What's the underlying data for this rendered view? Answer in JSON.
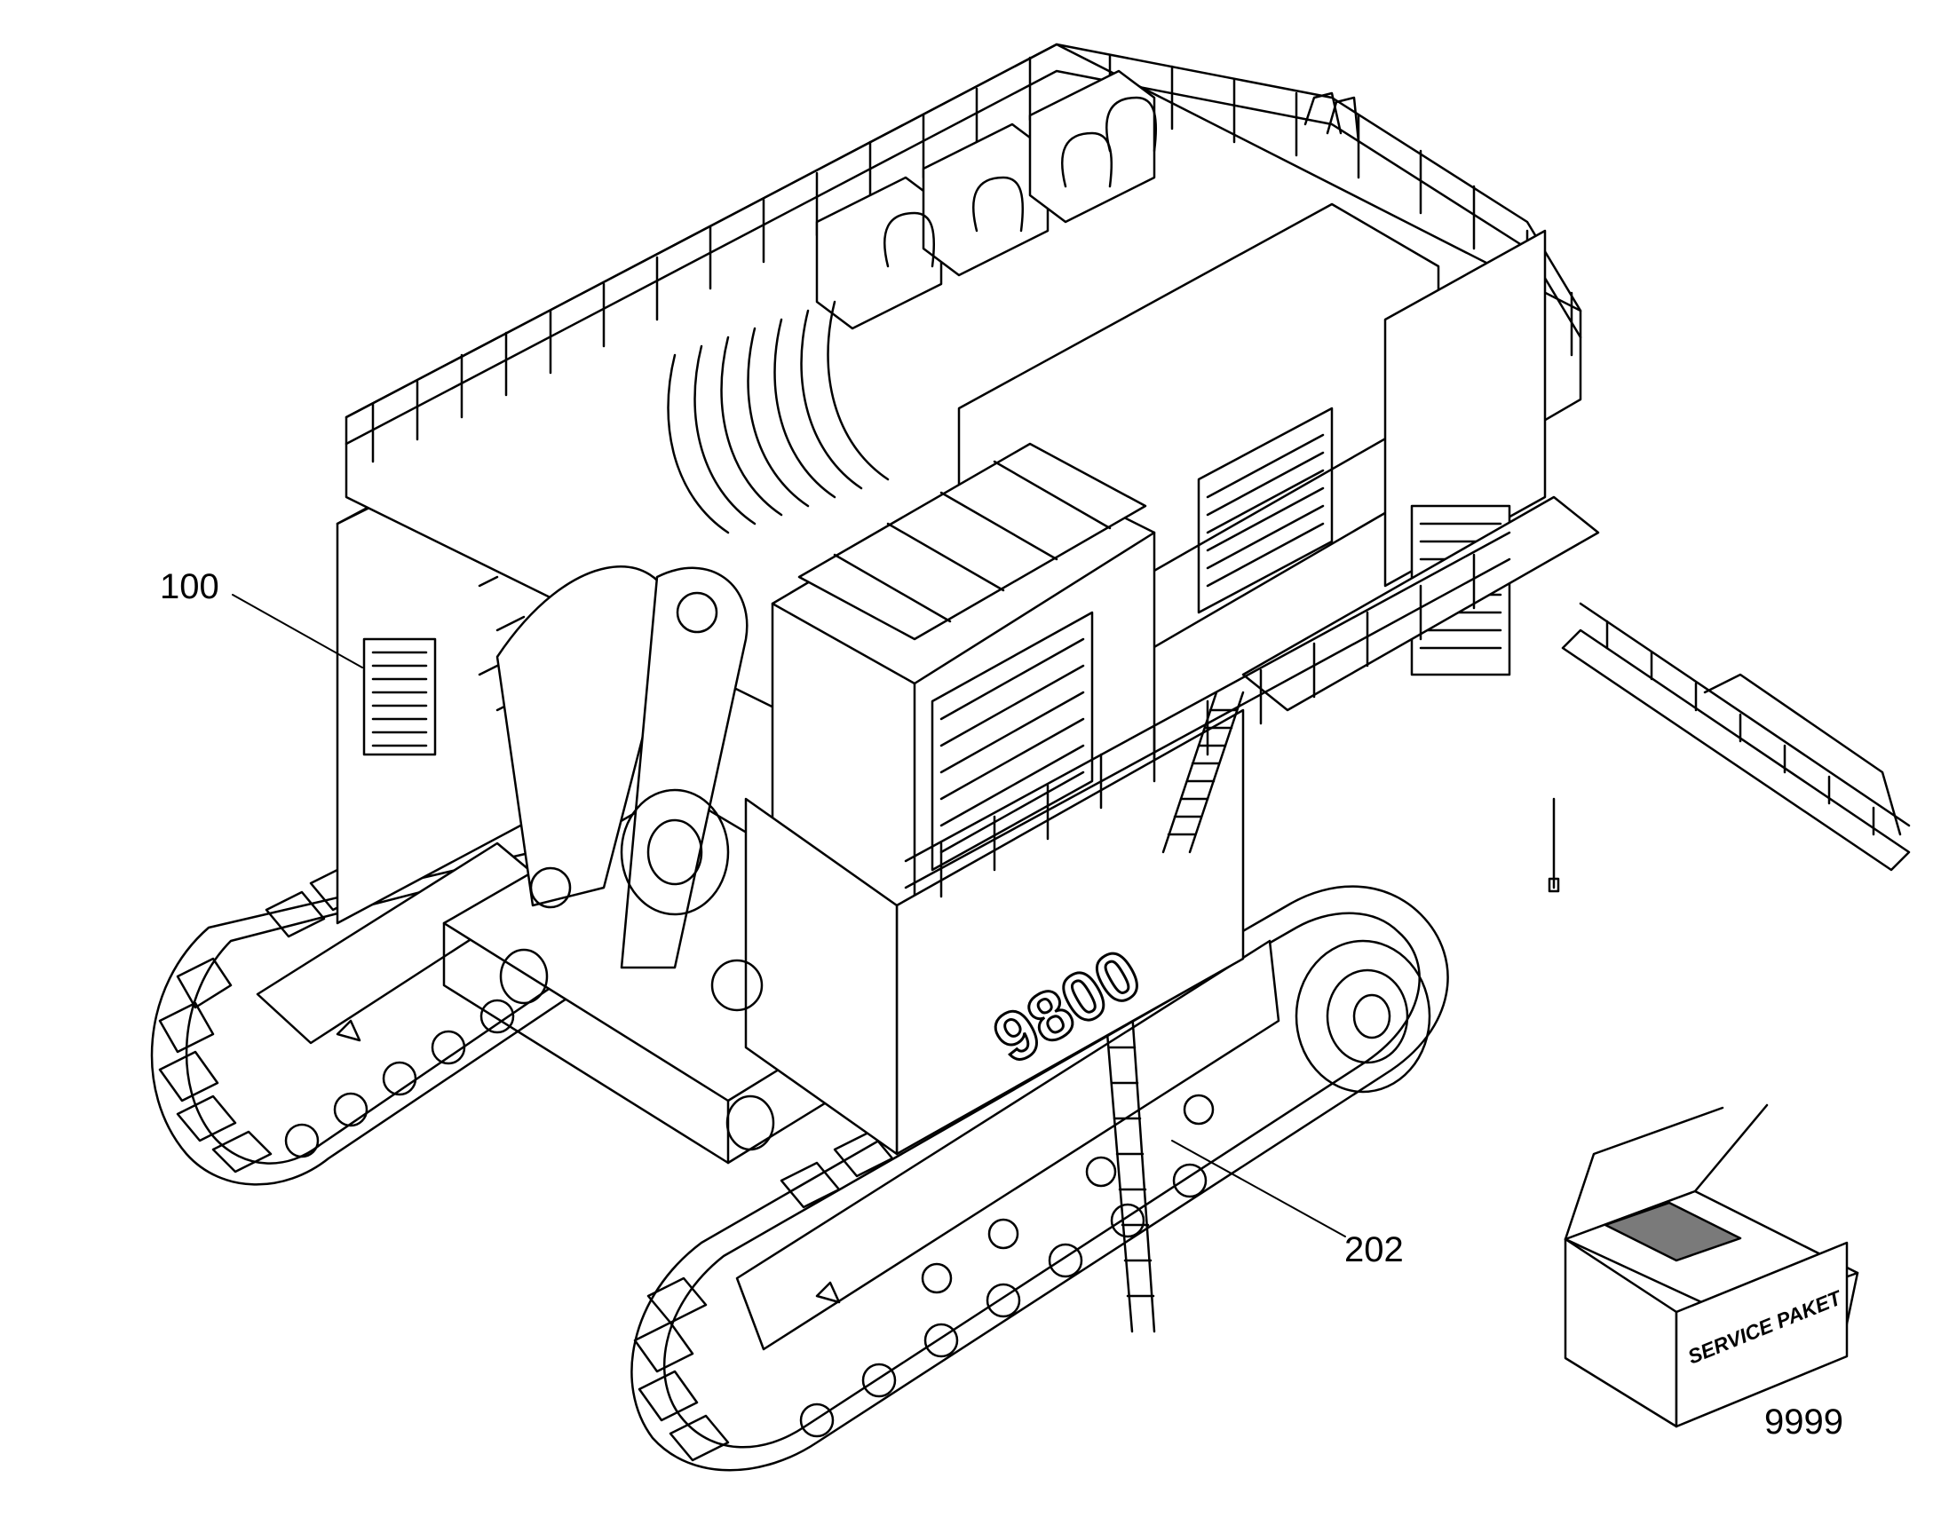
{
  "callouts": {
    "part_100": "100",
    "part_202": "202",
    "part_9999": "9999"
  },
  "machine": {
    "model_badge": "9800"
  },
  "service_box": {
    "label": "SERVICE PAKET"
  }
}
